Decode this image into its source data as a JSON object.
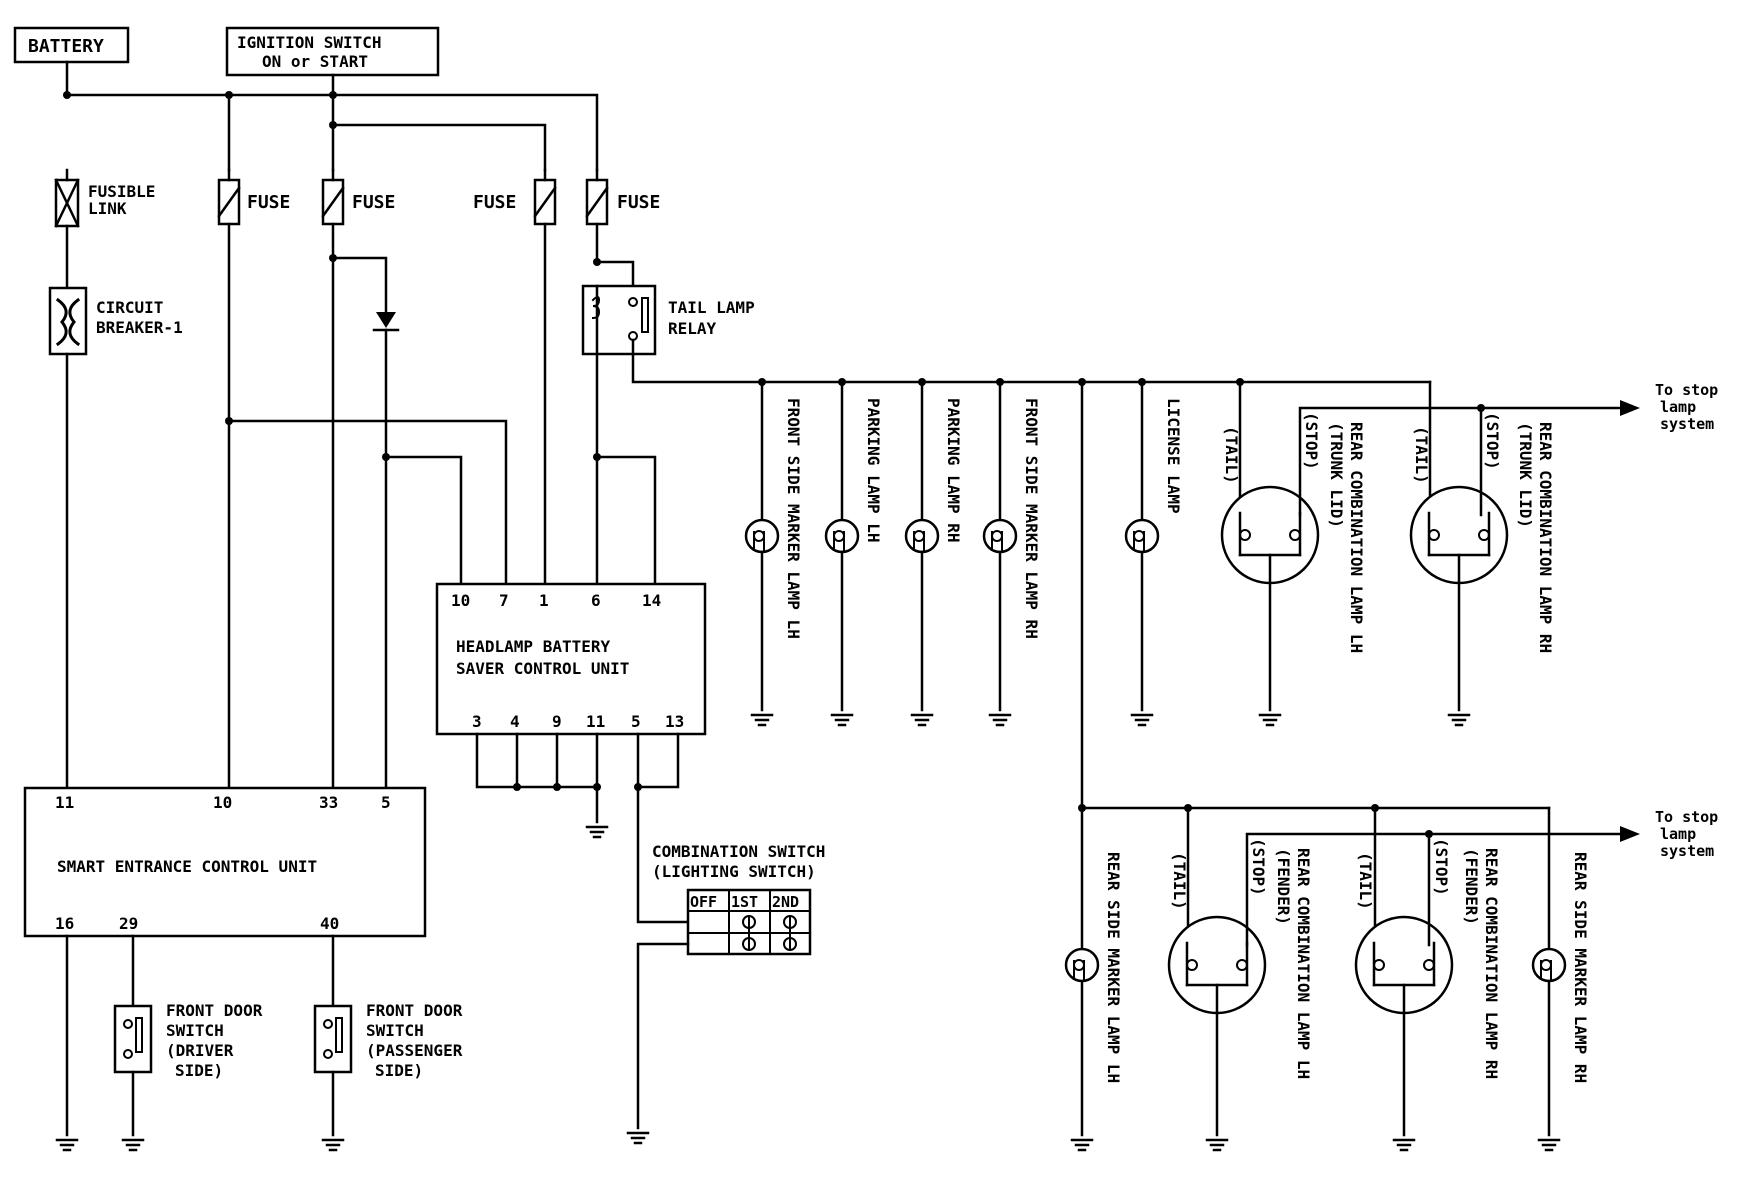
{
  "power": {
    "battery": "BATTERY",
    "ignition_line1": "IGNITION SWITCH",
    "ignition_line2": "ON or START"
  },
  "fusible_link": [
    "FUSIBLE",
    "LINK"
  ],
  "fuse": "FUSE",
  "circuit_breaker": [
    "CIRCUIT",
    "BREAKER-1"
  ],
  "tail_lamp_relay": [
    "TAIL LAMP",
    "RELAY"
  ],
  "headlamp_unit": {
    "line1": "HEADLAMP BATTERY",
    "line2": "SAVER CONTROL UNIT",
    "top_pins": [
      "10",
      "7",
      "1",
      "6",
      "14"
    ],
    "bottom_pins": [
      "3",
      "4",
      "9",
      "11",
      "5",
      "13"
    ]
  },
  "smart_unit": {
    "label": "SMART ENTRANCE CONTROL UNIT",
    "top_pins": [
      "11",
      "10",
      "33",
      "5"
    ],
    "bottom_pins": [
      "16",
      "29",
      "40"
    ]
  },
  "combination_switch": {
    "line1": "COMBINATION SWITCH",
    "line2": "(LIGHTING SWITCH)",
    "positions": [
      "OFF",
      "1ST",
      "2ND"
    ]
  },
  "door_switch_driver": [
    "FRONT DOOR",
    "SWITCH",
    "(DRIVER",
    "SIDE)"
  ],
  "door_switch_passenger": [
    "FRONT DOOR",
    "SWITCH",
    "(PASSENGER",
    "SIDE)"
  ],
  "lamps_upper": {
    "front_side_marker_lh": "FRONT SIDE MARKER LAMP LH",
    "parking_lh": "PARKING LAMP LH",
    "parking_rh": "PARKING LAMP RH",
    "front_side_marker_rh": "FRONT SIDE MARKER LAMP RH",
    "license": "LICENSE LAMP",
    "tail": "(TAIL)",
    "stop": "(STOP)",
    "rear_combo_lh": "REAR COMBINATION LAMP LH",
    "rear_combo_rh": "REAR COMBINATION LAMP RH",
    "trunk_lid": "(TRUNK LID)"
  },
  "lamps_lower": {
    "rear_side_marker_lh": "REAR SIDE MARKER LAMP LH",
    "rear_side_marker_rh": "REAR SIDE MARKER LAMP RH",
    "tail": "(TAIL)",
    "stop": "(STOP)",
    "rear_combo_lh": "REAR COMBINATION LAMP LH",
    "rear_combo_rh": "REAR COMBINATION LAMP RH",
    "fender": "(FENDER)"
  },
  "to_stop": [
    "To stop",
    "lamp",
    "system"
  ]
}
